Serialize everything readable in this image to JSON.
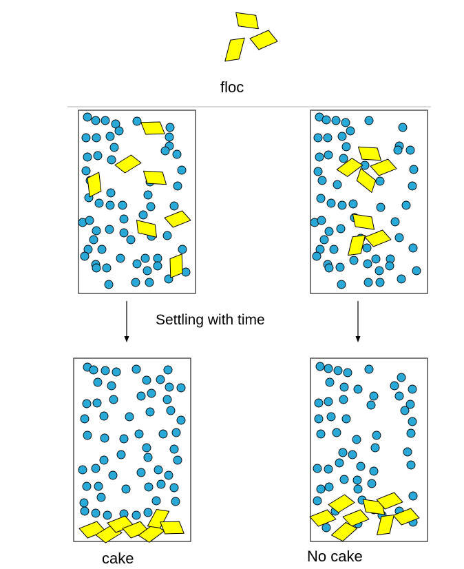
{
  "labels": {
    "floc": "floc",
    "settling": "Settling with time",
    "cake": "cake",
    "no_cake": "No cake"
  },
  "colors": {
    "particle_fill": "#29a9d8",
    "floc_fill": "#ffff00",
    "outline": "#000000",
    "divider": "#d9d9d9"
  }
}
